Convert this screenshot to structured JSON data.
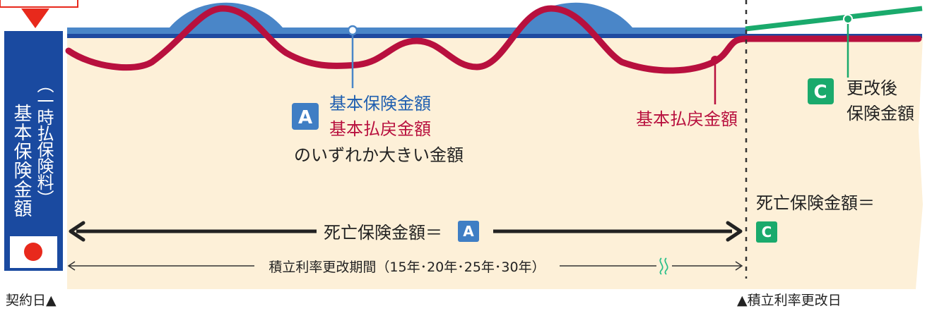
{
  "left_column": {
    "label_main": "基本保険金額",
    "label_sub": "（一時払保険料）",
    "flag": "japan-flag"
  },
  "labels": {
    "option_a_line1": "基本保険金額",
    "option_a_line2": "基本払戻金額",
    "option_a_line3": "のいずれか大きい金額",
    "refund_label": "基本払戻金額",
    "after_renewal_line1": "更改後",
    "after_renewal_line2": "保険金額",
    "death_benefit_right": "死亡保険金額＝",
    "death_benefit_arrow": "死亡保険金額＝",
    "period": "積立利率更改期間（15年･20年･25年･30年）",
    "contract_date": "契約日▲",
    "renewal_date": "▲積立利率更改日"
  },
  "badges": {
    "a": "A",
    "c": "C"
  },
  "colors": {
    "blue_band": "#4a86c8",
    "dark_blue": "#1f4aa0",
    "crimson": "#b8103e",
    "green": "#1aaa6c",
    "beige": "#fdf0d8",
    "badge_blue": "#3f7ec4",
    "badge_green": "#1aaa6c",
    "pointer_red": "#e8291c"
  }
}
